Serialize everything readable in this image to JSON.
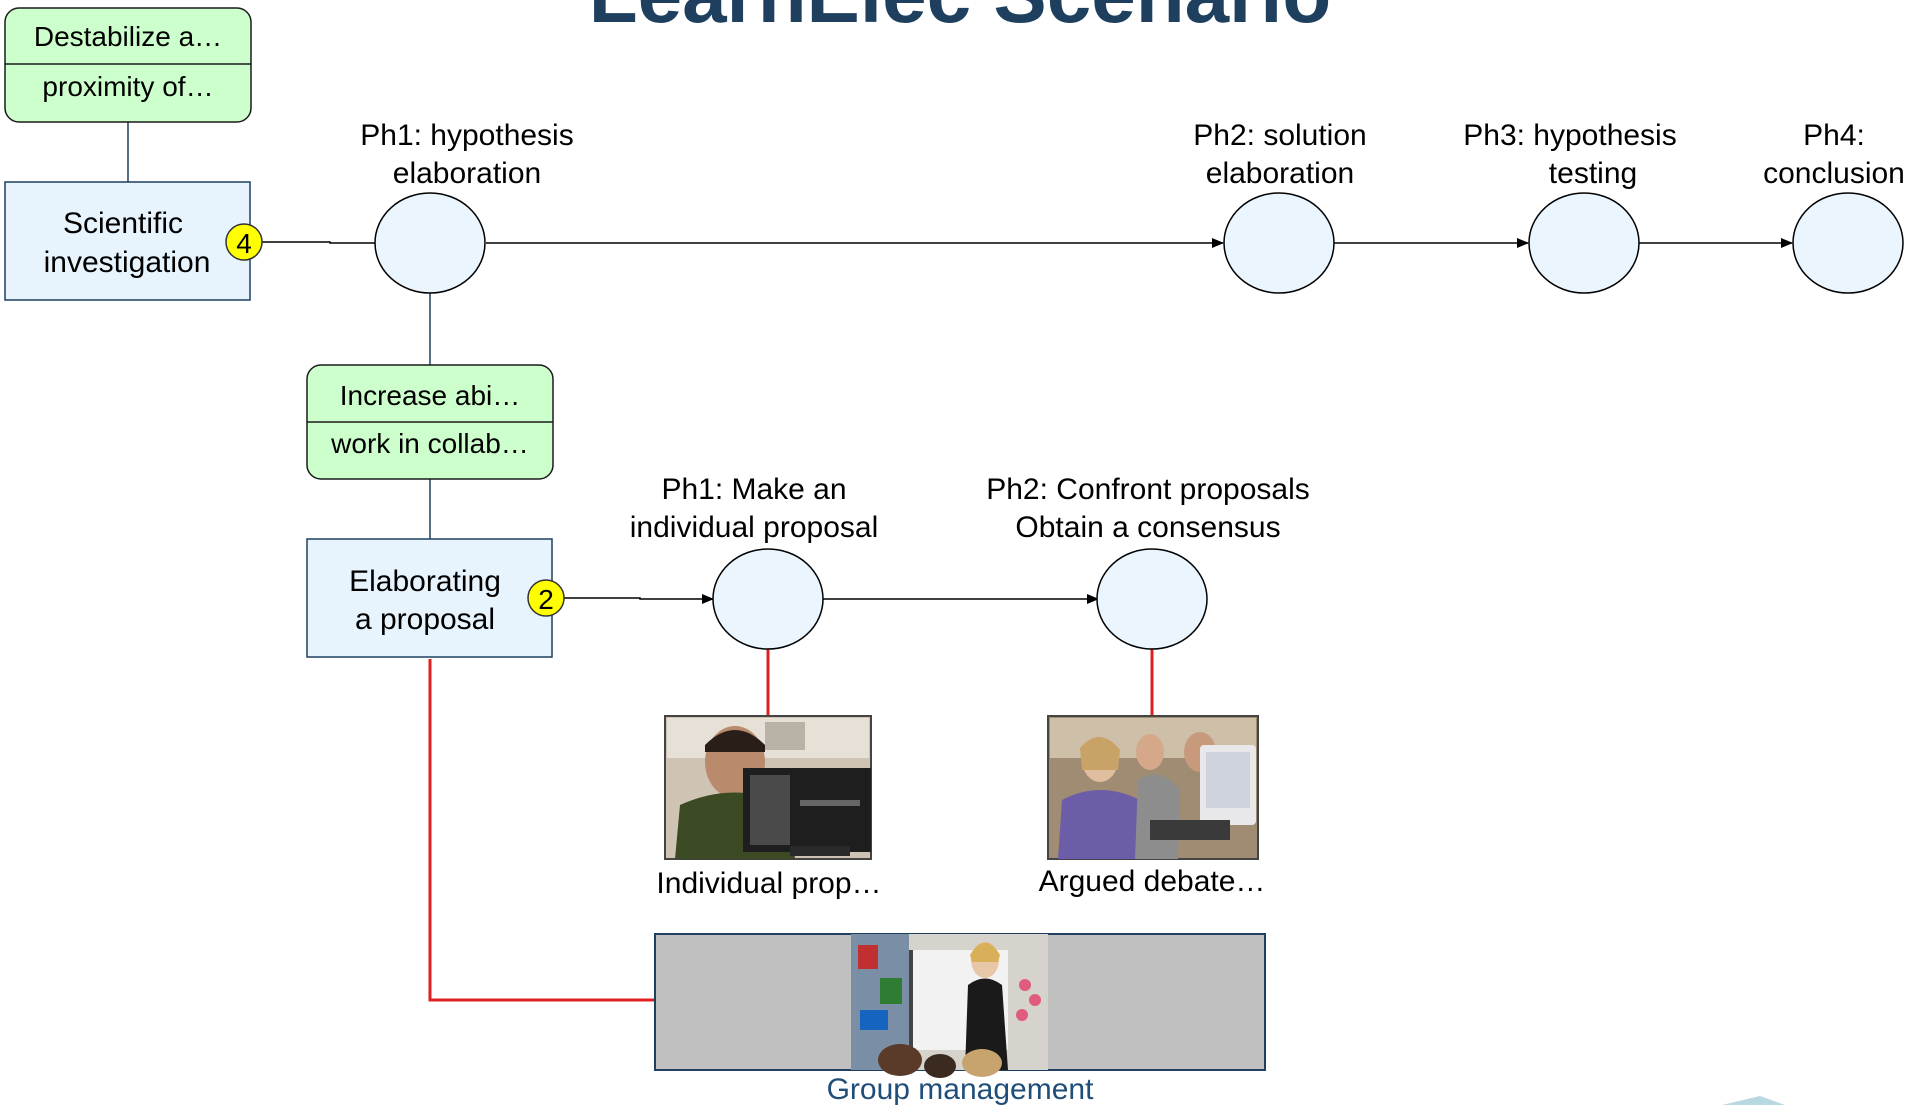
{
  "title": "LearnElec Scenario",
  "colors": {
    "title": "#1f3f5f",
    "objective_fill": "#ccffcc",
    "activity_fill": "#e8f4fd",
    "phase_fill": "#eaf5fd",
    "resource_link": "#e02020",
    "badge_fill": "#ffff00",
    "group_caption": "#1f4e79"
  },
  "top_objective": {
    "line1": "Destabilize a…",
    "line2": "proximity of…"
  },
  "scientific": {
    "label_line1": "Scientific",
    "label_line2": "investigation",
    "badge": "4"
  },
  "top_phases": [
    {
      "line1": "Ph1: hypothesis",
      "line2": "elaboration"
    },
    {
      "line1": "Ph2: solution",
      "line2": "elaboration"
    },
    {
      "line1": "Ph3: hypothesis",
      "line2": "testing"
    },
    {
      "line1": "Ph4:",
      "line2": "conclusion"
    }
  ],
  "mid_objective": {
    "line1": "Increase abi…",
    "line2": "work in collab…"
  },
  "elaborating": {
    "label_line1": "Elaborating",
    "label_line2": "a proposal",
    "badge": "2"
  },
  "sub_phases": [
    {
      "line1": "Ph1: Make an",
      "line2": "individual proposal"
    },
    {
      "line1": "Ph2: Confront proposals",
      "line2": "Obtain a consensus"
    }
  ],
  "resources": [
    {
      "caption": "Individual prop…",
      "photo_icon": "student-at-computer-photo"
    },
    {
      "caption": "Argued debate…",
      "photo_icon": "students-discussing-photo"
    }
  ],
  "group": {
    "caption": "Group management",
    "photo_icon": "teacher-in-classroom-photo"
  }
}
